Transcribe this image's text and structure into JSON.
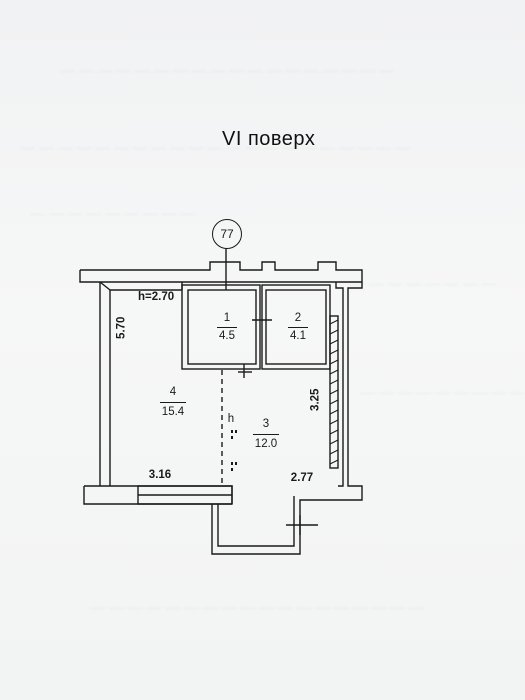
{
  "floor_title": "VI поверх",
  "axis_marker": "77",
  "ceiling_height": "h=2.70",
  "rooms": [
    {
      "number": "1",
      "area": "4.5"
    },
    {
      "number": "2",
      "area": "4.1"
    },
    {
      "number": "3",
      "area": "12.0"
    },
    {
      "number": "4",
      "area": "15.4"
    }
  ],
  "dimensions": {
    "left_height": "5.70",
    "bottom_left_width": "3.16",
    "bottom_right_width": "2.77",
    "right_height": "3.25"
  },
  "opening_mark": "h"
}
